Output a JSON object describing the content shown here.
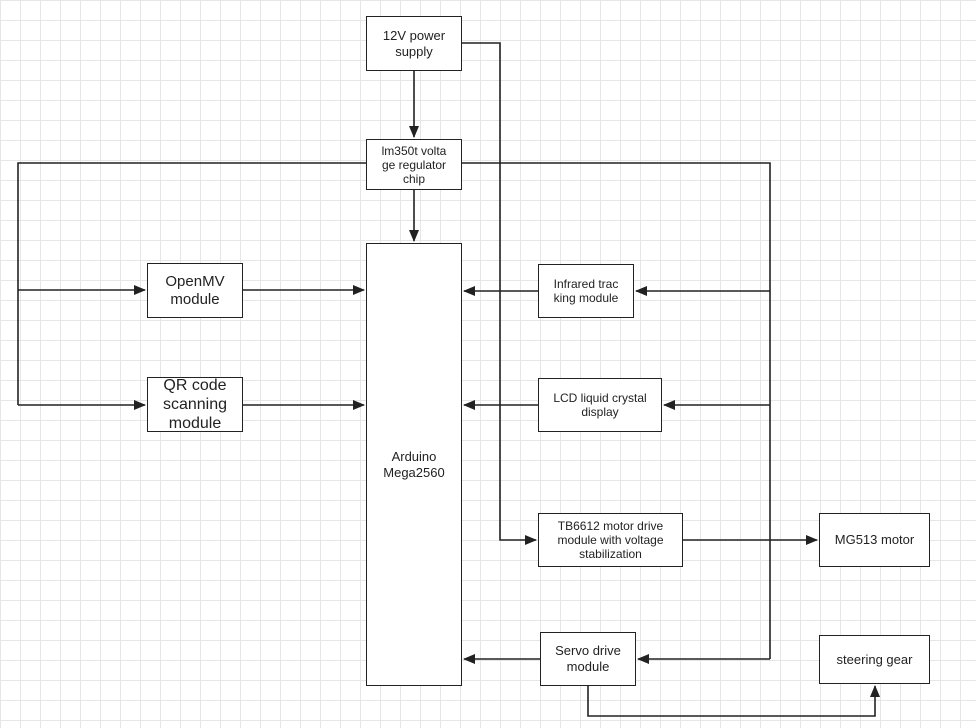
{
  "diagram": {
    "nodes": {
      "power": "12V power supply",
      "regulator": "lm350t voltage regulator chip",
      "arduino": "Arduino Mega2560",
      "openmv": "OpenMV module",
      "qr": "QR code scanning module",
      "infrared": "Infrared tracking module",
      "lcd": "LCD liquid crystal display",
      "tb6612": "TB6612 motor drive module with voltage stabilization",
      "servo": "Servo drive module",
      "motor": "MG513 motor",
      "gear": "steering gear"
    },
    "edges": [
      {
        "from": "12V power supply",
        "to": "lm350t voltage regulator chip"
      },
      {
        "from": "12V power supply",
        "to": "TB6612 motor drive module with voltage stabilization"
      },
      {
        "from": "lm350t voltage regulator chip",
        "to": "Arduino Mega2560"
      },
      {
        "from": "lm350t voltage regulator chip",
        "to": "OpenMV module"
      },
      {
        "from": "lm350t voltage regulator chip",
        "to": "QR code scanning module"
      },
      {
        "from": "lm350t voltage regulator chip",
        "to": "Infrared tracking module"
      },
      {
        "from": "lm350t voltage regulator chip",
        "to": "LCD liquid crystal display"
      },
      {
        "from": "lm350t voltage regulator chip",
        "to": "Servo drive module"
      },
      {
        "from": "OpenMV module",
        "to": "Arduino Mega2560"
      },
      {
        "from": "QR code scanning module",
        "to": "Arduino Mega2560"
      },
      {
        "from": "Infrared tracking module",
        "to": "Arduino Mega2560"
      },
      {
        "from": "LCD liquid crystal display",
        "to": "Arduino Mega2560"
      },
      {
        "from": "Servo drive module",
        "to": "Arduino Mega2560"
      },
      {
        "from": "TB6612 motor drive module with voltage stabilization",
        "to": "MG513 motor"
      },
      {
        "from": "Servo drive module",
        "to": "steering gear"
      }
    ]
  },
  "labels": {
    "power": [
      "12V power",
      "supply"
    ],
    "regulator": [
      "lm350t volta",
      "ge regulator",
      "chip"
    ],
    "arduino": [
      "Arduino",
      "Mega2560"
    ],
    "openmv": [
      "OpenMV",
      "module"
    ],
    "qr": [
      "QR code",
      "scanning",
      "module"
    ],
    "infrared": [
      "Infrared trac",
      "king module"
    ],
    "lcd": [
      "LCD liquid crystal",
      "display"
    ],
    "tb6612": [
      "TB6612 motor drive",
      "module with voltage",
      "stabilization"
    ],
    "servo": [
      "Servo drive",
      "module"
    ],
    "motor": [
      "MG513 motor"
    ],
    "gear": [
      "steering gear"
    ]
  }
}
